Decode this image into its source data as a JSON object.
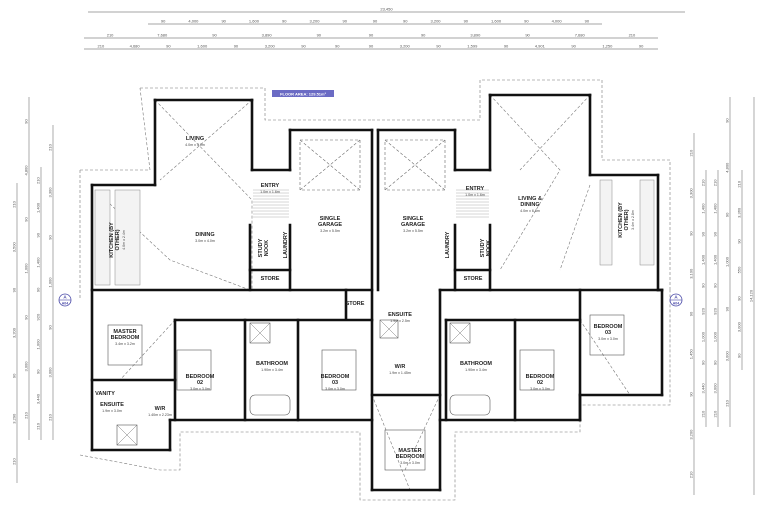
{
  "colors": {
    "wall": "#111111",
    "dimension": "#888888",
    "eave": "#777777",
    "tag": "#6b6bc4",
    "section_marker": "#4a4aa8"
  },
  "floor_area_tag": "FLOOR AREA: 129.51m²",
  "section_markers": [
    {
      "letter": "A",
      "sheet": "A04"
    },
    {
      "letter": "A",
      "sheet": "A04"
    }
  ],
  "top_dimensions": [
    [
      "23,450"
    ],
    [
      "90",
      "4,000",
      "90",
      "1,600",
      "90",
      "3,200",
      "90",
      "90",
      "90",
      "3,200",
      "90",
      "1,600",
      "90",
      "4,000",
      "90"
    ],
    [
      "210",
      "7,680",
      "90",
      "3,890",
      "90",
      "90",
      "90",
      "3,890",
      "90",
      "7,680",
      "210"
    ],
    [
      "210",
      "4,680",
      "90",
      "1,600",
      "90",
      "3,200",
      "90",
      "90",
      "90",
      "3,200",
      "90",
      "1,599",
      "90",
      "4,901",
      "90",
      "1,250",
      "90"
    ]
  ],
  "left_dimensions": [
    [
      "210",
      "3,500",
      "90",
      "3,200",
      "90",
      "3,290",
      "210"
    ],
    [
      "90",
      "4,800",
      "90",
      "1,000",
      "90",
      "3,000",
      "210"
    ],
    [
      "210",
      "1,400",
      "90",
      "1,400",
      "90",
      "920",
      "1,000",
      "90",
      "3,440",
      "210"
    ],
    [
      "210",
      "3,300",
      "90",
      "1,000",
      "90",
      "3,000",
      "210"
    ]
  ],
  "right_dimensions": [
    [
      "210",
      "3,300",
      "90",
      "3,100",
      "90",
      "1,450",
      "90",
      "3,200",
      "210"
    ],
    [
      "210",
      "1,400",
      "90",
      "1,400",
      "90",
      "920",
      "1,000",
      "90",
      "3,440",
      "210"
    ],
    [
      "210",
      "1,400",
      "90",
      "1,400",
      "90",
      "920",
      "1,000",
      "90",
      "3,000",
      "210"
    ],
    [
      "90",
      "4,800",
      "90",
      "1,000",
      "90",
      "3,000",
      "210"
    ],
    [
      "210",
      "3,360",
      "90",
      "550",
      "90",
      "3,000",
      "90"
    ],
    [
      "14,120"
    ]
  ],
  "rooms": [
    {
      "name": "LIVING",
      "size": "4.0m x 4.0m"
    },
    {
      "name": "DINING",
      "size": "3.0m x 4.0m"
    },
    {
      "name": "KITCHEN (BY OTHER)",
      "size": "4.0m x 2.4m"
    },
    {
      "name": "ENTRY",
      "size": "1.0m x 1.6m"
    },
    {
      "name": "STUDY NOOK",
      "size": ""
    },
    {
      "name": "LAUNDRY",
      "size": ""
    },
    {
      "name": "STORE",
      "size": ""
    },
    {
      "name": "SINGLE GARAGE",
      "size": "3.2m x 5.5m"
    },
    {
      "name": "MASTER BEDROOM",
      "size": "3.4m x 3.2m"
    },
    {
      "name": "BEDROOM 02",
      "size": "3.0m x 3.0m"
    },
    {
      "name": "BATHROOM",
      "size": "1.90m x 3.4m"
    },
    {
      "name": "BEDROOM 03",
      "size": "3.0m x 3.0m"
    },
    {
      "name": "ENSUITE",
      "size": "1.9m x 3.0m"
    },
    {
      "name": "W/R",
      "size": "1.40m x 2.23m"
    },
    {
      "name": "STORE",
      "size": ""
    },
    {
      "name": "VANITY",
      "size": ""
    },
    {
      "name": "SINGLE GARAGE",
      "size": "3.2m x 5.5m"
    },
    {
      "name": "ENTRY",
      "size": "1.0m x 1.6m"
    },
    {
      "name": "STUDY NOOK",
      "size": ""
    },
    {
      "name": "LAUNDRY",
      "size": ""
    },
    {
      "name": "STORE",
      "size": ""
    },
    {
      "name": "LIVING & DINING",
      "size": "4.0m x 6.8m"
    },
    {
      "name": "KITCHEN (BY OTHER)",
      "size": "3.4m x 2.8m"
    },
    {
      "name": "ENSUITE",
      "size": "1.9m x 2.5m"
    },
    {
      "name": "W/R",
      "size": "1.9m x 1.45m"
    },
    {
      "name": "MASTER BEDROOM",
      "size": "3.0m x 3.0m"
    },
    {
      "name": "BATHROOM",
      "size": "1.90m x 3.4m"
    },
    {
      "name": "BEDROOM 02",
      "size": "3.0m x 3.0m"
    },
    {
      "name": "BEDROOM 03",
      "size": "3.0m x 3.0m"
    }
  ]
}
